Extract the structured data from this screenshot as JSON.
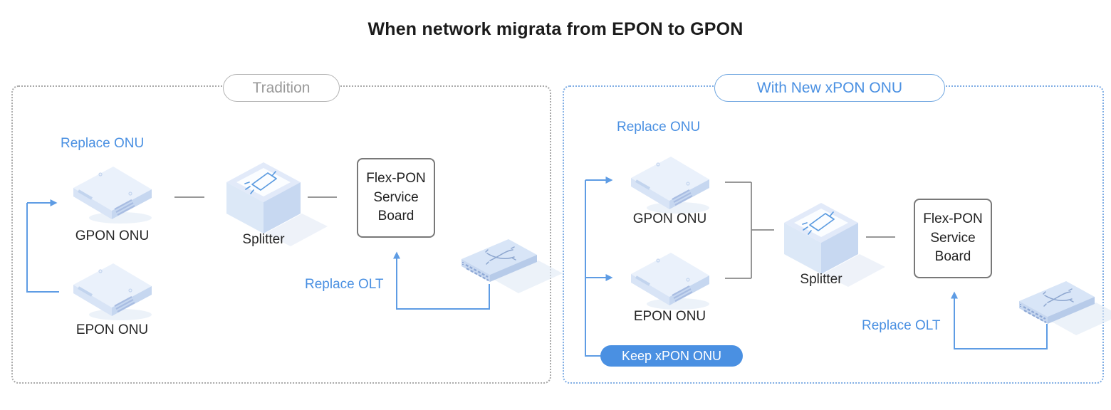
{
  "title": "When network migrata from EPON to GPON",
  "colors": {
    "accent_blue": "#4a90e2",
    "connector_blue": "#5e9ce4",
    "connector_gray": "#8a8a8a",
    "badge_bg": "#4a90e2",
    "badge_text": "#ffffff",
    "panel_border_gray": "#a9a9a9",
    "panel_border_blue": "#7fade4",
    "device_fill": "#eaf1fb"
  },
  "left_panel": {
    "header": "Tradition",
    "replace_onu": "Replace ONU",
    "gpon_onu": "GPON ONU",
    "epon_onu": "EPON ONU",
    "splitter": "Splitter",
    "service_board": "Flex-PON Service Board",
    "replace_olt": "Replace OLT"
  },
  "right_panel": {
    "header": "With New xPON ONU",
    "replace_onu": "Replace ONU",
    "gpon_onu": "GPON ONU",
    "epon_onu": "EPON ONU",
    "splitter": "Splitter",
    "service_board": "Flex-PON Service Board",
    "replace_olt": "Replace OLT",
    "keep_badge": "Keep xPON ONU"
  }
}
